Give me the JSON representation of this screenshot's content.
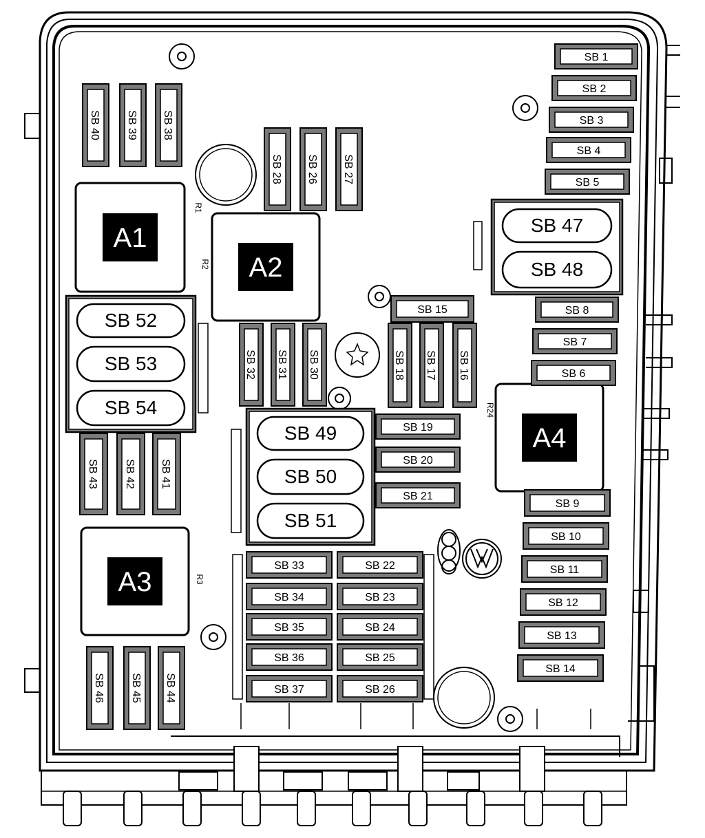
{
  "relays": [
    {
      "id": "relay-a1",
      "label": "A1",
      "tag": "R1"
    },
    {
      "id": "relay-a2",
      "label": "A2",
      "tag": "R2"
    },
    {
      "id": "relay-a3",
      "label": "A3",
      "tag": "R3"
    },
    {
      "id": "relay-a4",
      "label": "A4",
      "tag": "R24"
    }
  ],
  "maxi_fuses": [
    "SB 47",
    "SB 48",
    "SB 49",
    "SB 50",
    "SB 51",
    "SB 52",
    "SB 53",
    "SB 54"
  ],
  "fuses_horizontal": [
    "SB 1",
    "SB 2",
    "SB 3",
    "SB 4",
    "SB 5",
    "SB 8",
    "SB 7",
    "SB 6",
    "SB 15",
    "SB 19",
    "SB 20",
    "SB 21",
    "SB 9",
    "SB 10",
    "SB 11",
    "SB 12",
    "SB 13",
    "SB 14",
    "SB 33",
    "SB 34",
    "SB 35",
    "SB 36",
    "SB 37",
    "SB 22",
    "SB 23",
    "SB 24",
    "SB 25",
    "SB 26"
  ],
  "fuses_vertical": [
    "SB 40",
    "SB 39",
    "SB 38",
    "SB 28",
    "SB 26",
    "SB 27",
    "SB 32",
    "SB 31",
    "SB 30",
    "SB 18",
    "SB 17",
    "SB 16",
    "SB 43",
    "SB 42",
    "SB 41",
    "SB 46",
    "SB 45",
    "SB 44"
  ]
}
